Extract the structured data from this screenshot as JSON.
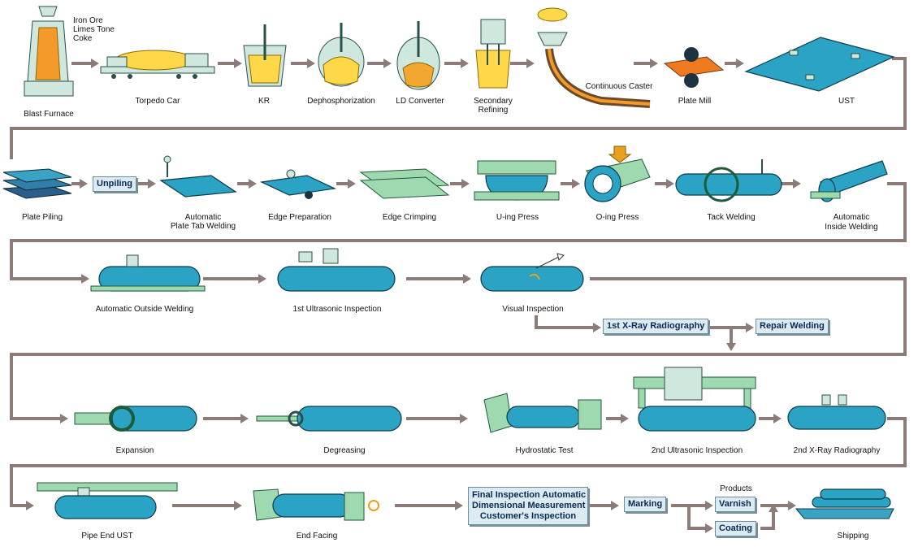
{
  "raw_materials": {
    "line1": "Iron Ore",
    "line2": "Limes Tone",
    "line3": "Coke"
  },
  "row1": {
    "blast_furnace": "Blast Furnace",
    "torpedo_car": "Torpedo Car",
    "kr": "KR",
    "dephosphorization": "Dephosphorization",
    "ld_converter": "LD Converter",
    "secondary_refining_1": "Secondary",
    "secondary_refining_2": "Refining",
    "continuous_caster": "Continuous Caster",
    "plate_mill": "Plate Mill",
    "ust": "UST"
  },
  "row2": {
    "plate_piling": "Plate Piling",
    "unpiling": "Unpiling",
    "plate_tab_welding_1": "Automatic",
    "plate_tab_welding_2": "Plate Tab Welding",
    "edge_preparation": "Edge Preparation",
    "edge_crimping": "Edge Crimping",
    "u_ing_press": "U-ing Press",
    "o_ing_press": "O-ing Press",
    "tack_welding": "Tack Welding",
    "inside_welding_1": "Automatic",
    "inside_welding_2": "Inside Welding"
  },
  "row3": {
    "outside_welding": "Automatic Outside Welding",
    "first_ultrasonic": "1st Ultrasonic Inspection",
    "visual_inspection": "Visual Inspection",
    "first_xray": "1st X-Ray Radiography",
    "repair_welding": "Repair Welding"
  },
  "row4": {
    "expansion": "Expansion",
    "degreasing": "Degreasing",
    "hydrostatic_test": "Hydrostatic Test",
    "second_ultrasonic": "2nd Ultrasonic Inspection",
    "second_xray": "2nd X-Ray Radiography"
  },
  "row5": {
    "pipe_end_ust": "Pipe End UST",
    "end_facing": "End Facing",
    "final_inspection_1": "Final Inspection Automatic",
    "final_inspection_2": "Dimensional Measurement",
    "final_inspection_3": "Customer's Inspection",
    "marking": "Marking",
    "products": "Products",
    "varnish": "Varnish",
    "coating": "Coating",
    "shipping": "Shipping"
  },
  "colors": {
    "flow_arrow": "#8c7b78",
    "pipe": "#2aa3c4",
    "box_fill": "#dcebf2",
    "box_text": "#0a2a55"
  }
}
